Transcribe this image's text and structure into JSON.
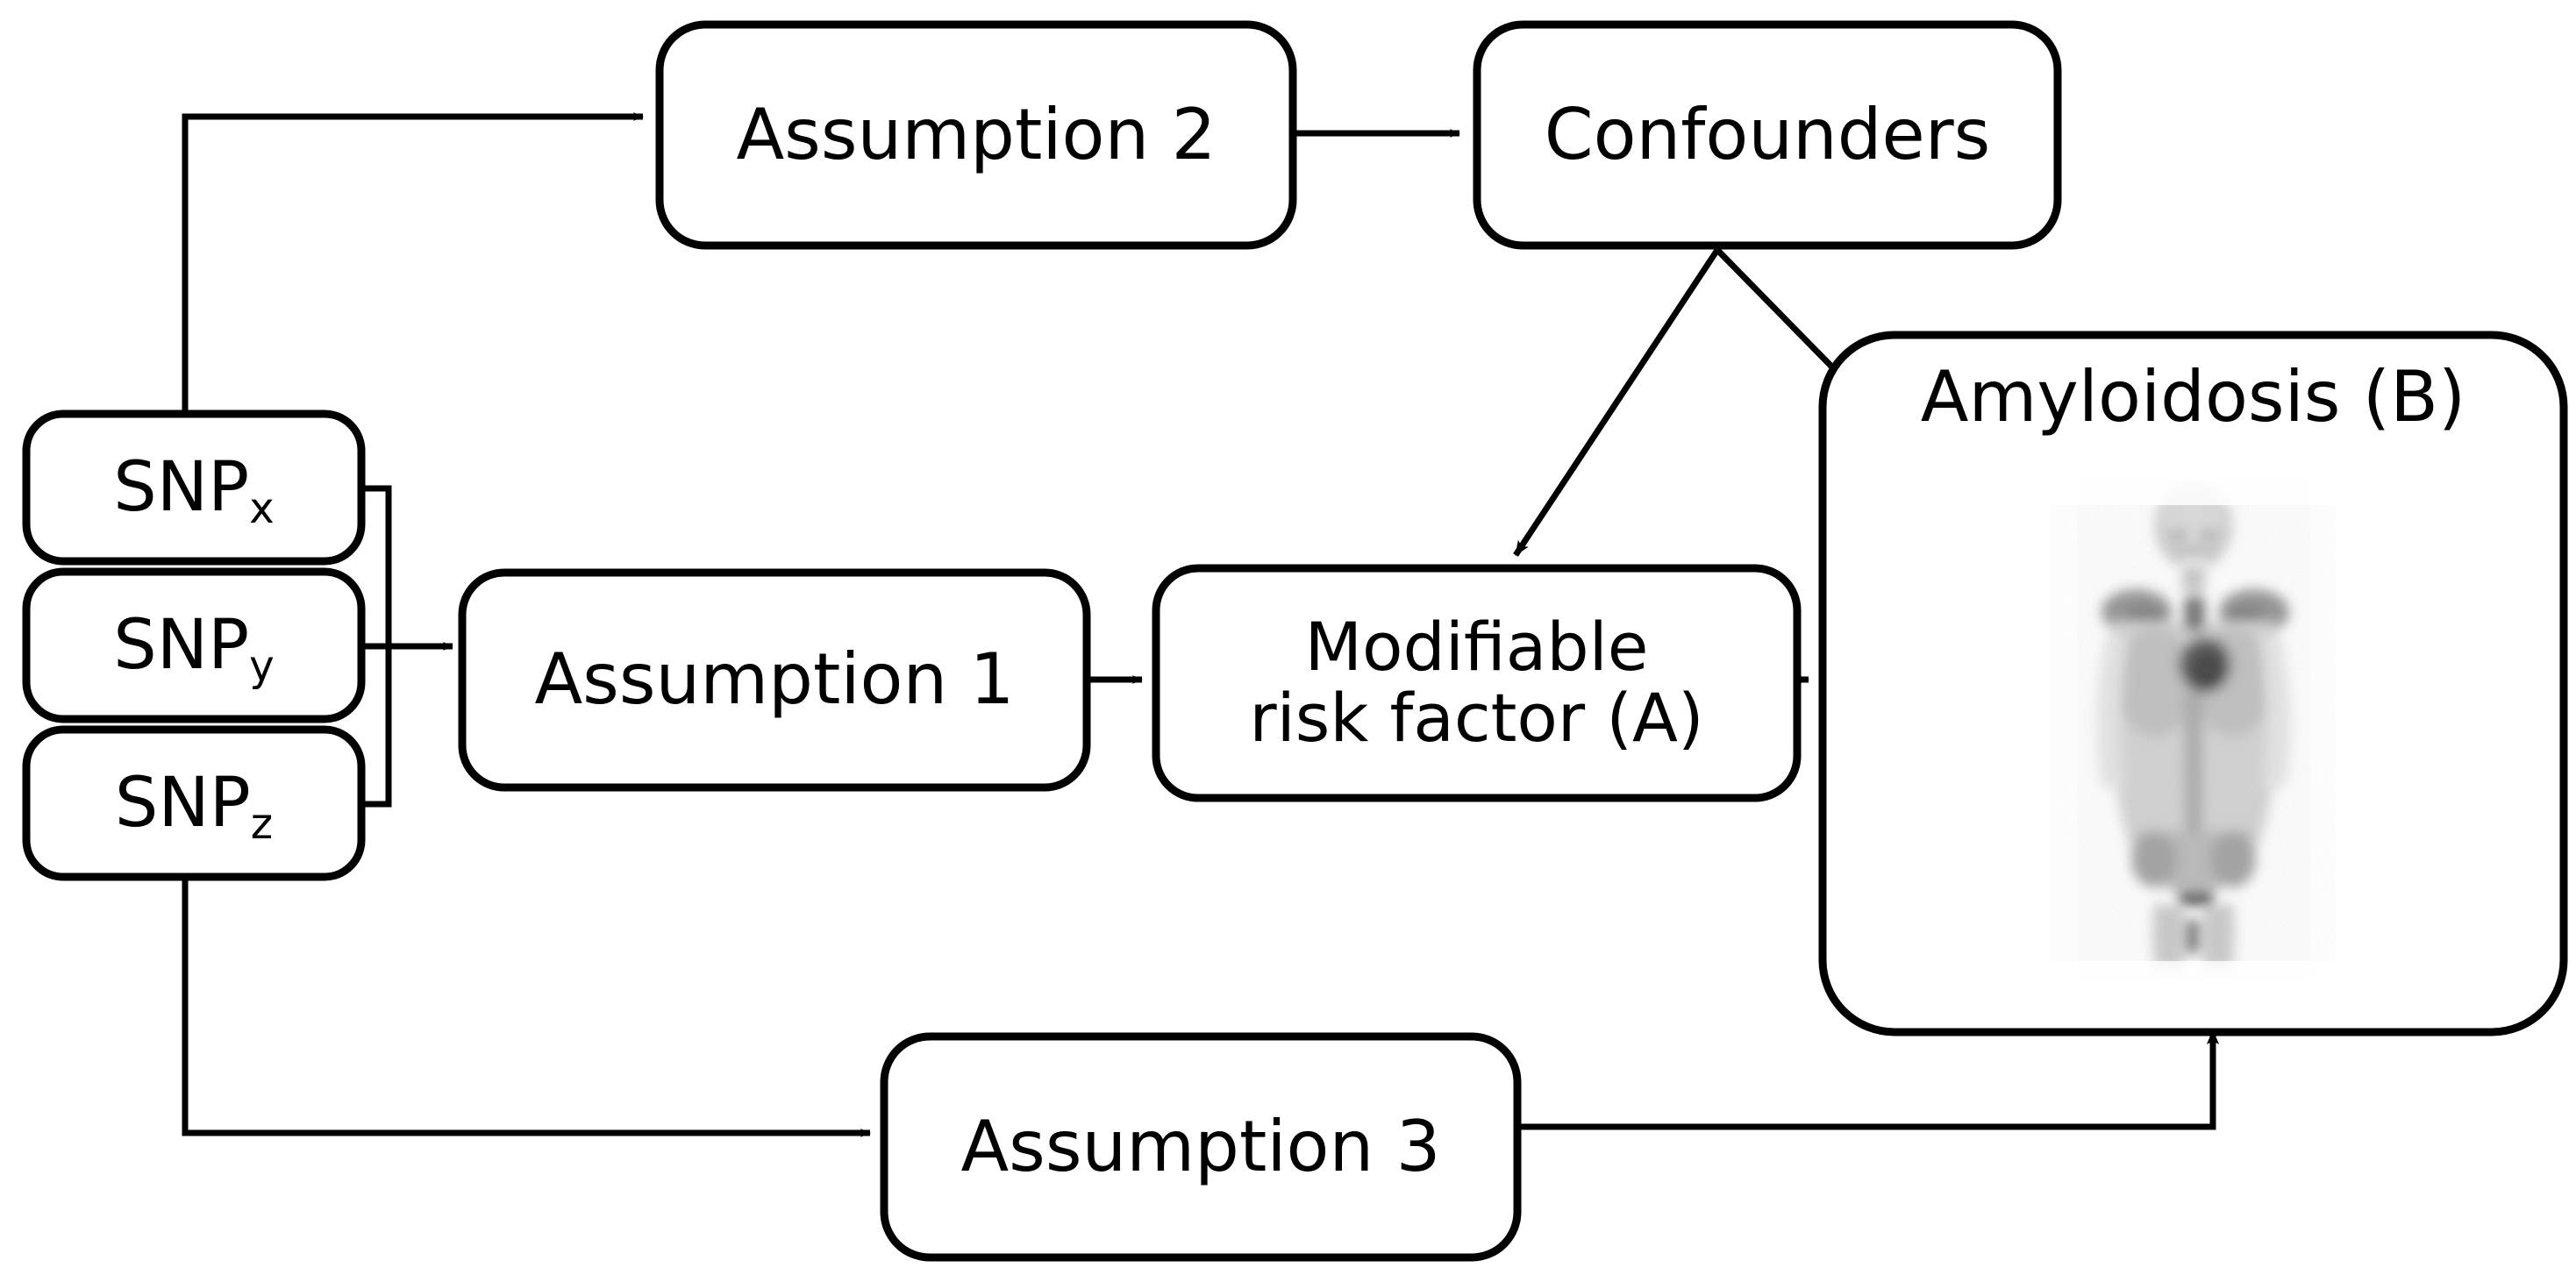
{
  "diagram": {
    "title": "Mendelian randomization assumptions diagram",
    "background_color": "#ffffff",
    "stroke_color": "#000000",
    "nodes": [
      {
        "id": "snp_x",
        "base": "SNP",
        "subscript": "x",
        "label": "SNPx"
      },
      {
        "id": "snp_y",
        "base": "SNP",
        "subscript": "y",
        "label": "SNPy"
      },
      {
        "id": "snp_z",
        "base": "SNP",
        "subscript": "z",
        "label": "SNPz"
      },
      {
        "id": "assumption_1",
        "label": "Assumption 1"
      },
      {
        "id": "assumption_2",
        "label": "Assumption 2"
      },
      {
        "id": "assumption_3",
        "label": "Assumption 3"
      },
      {
        "id": "confounders",
        "label": "Confounders"
      },
      {
        "id": "risk_factor",
        "label": "Modifiable\nrisk factor (A)"
      },
      {
        "id": "outcome",
        "label": "Amyloidosis (B)"
      }
    ],
    "edges": [
      {
        "from": "snp_x",
        "to": "assumption_2",
        "style": "elbow-up-right"
      },
      {
        "from": "assumption_2",
        "to": "confounders",
        "style": "straight-right"
      },
      {
        "from": "confounders",
        "to": "outcome",
        "style": "diagonal-down-right"
      },
      {
        "from": "confounders",
        "to": "risk_factor",
        "style": "diagonal-down-left"
      },
      {
        "from": "snp_bracket",
        "to": "assumption_1",
        "style": "straight-right"
      },
      {
        "from": "assumption_1",
        "to": "risk_factor",
        "style": "straight-right"
      },
      {
        "from": "risk_factor",
        "to": "outcome",
        "style": "straight-right"
      },
      {
        "from": "snp_z",
        "to": "assumption_3",
        "style": "elbow-down-right"
      },
      {
        "from": "assumption_3",
        "to": "outcome",
        "style": "elbow-right-up"
      }
    ],
    "image": {
      "name": "whole-body-scintigraphy-scan",
      "alt_text": "Whole body nuclear scintigraphy scan of a human torso"
    }
  }
}
